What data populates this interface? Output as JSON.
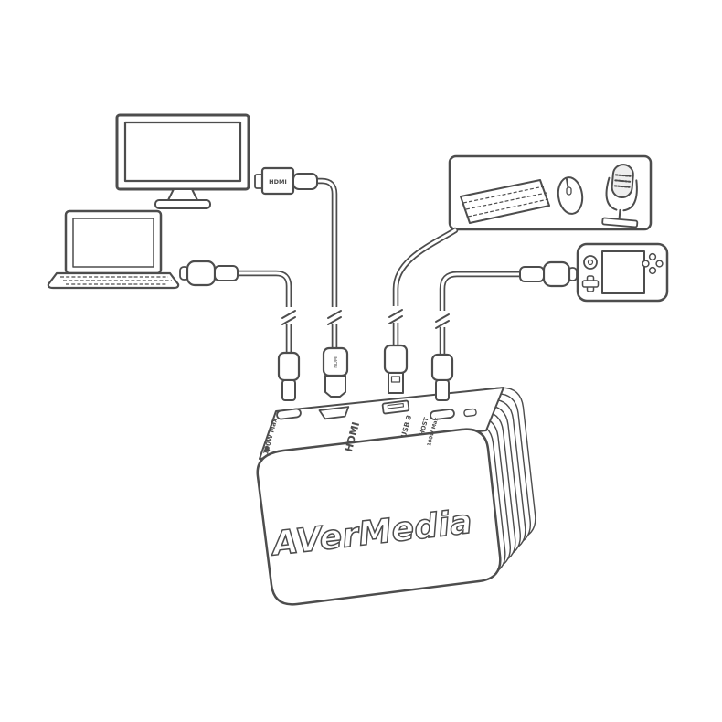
{
  "colors": {
    "line": "#4d4d4d",
    "background": "#ffffff"
  },
  "device": {
    "brand": "AVerMedia",
    "port_labels": {
      "power": "100W Max",
      "hdmi": "HDMI",
      "usb3": "USB 3",
      "host1": "HOST",
      "host2": "100W Max"
    }
  },
  "connectors": {
    "hdmi_plug_label": "HDMI"
  }
}
